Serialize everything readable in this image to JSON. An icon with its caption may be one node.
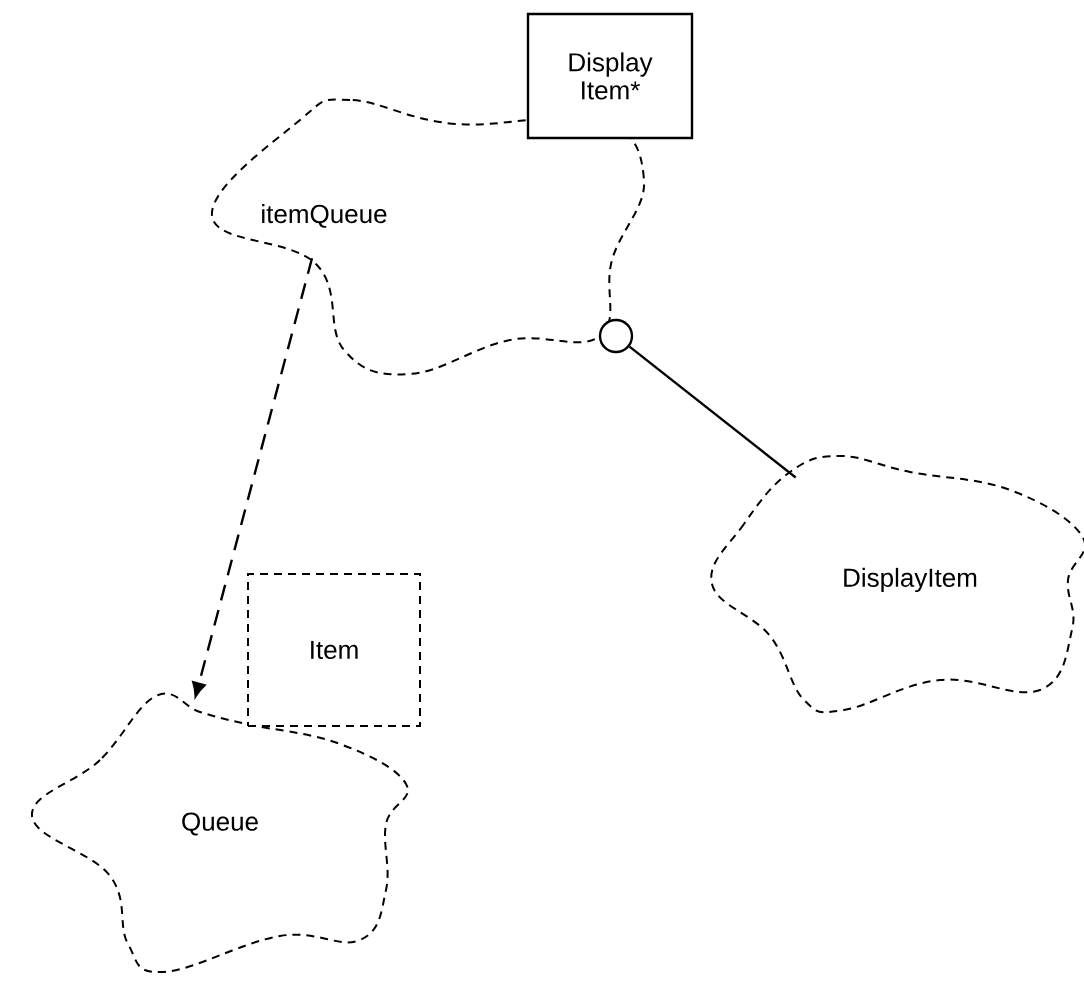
{
  "diagram": {
    "nodes": [
      {
        "text": [
          "itemQueue"
        ]
      },
      {
        "text": [
          "Display Item*"
        ]
      },
      {
        "text": [
          "Queue"
        ]
      },
      {
        "text": [
          "Item"
        ]
      },
      {
        "text": [
          "DisplayItem"
        ]
      },
      {
        "text": [],
        "shape": "circle"
      }
    ],
    "edges": [
      {
        "from": 0,
        "to": 2,
        "arrow": "to",
        "style": "dashed"
      },
      {
        "from": 5,
        "to": 4,
        "arrow": "none"
      }
    ]
  }
}
